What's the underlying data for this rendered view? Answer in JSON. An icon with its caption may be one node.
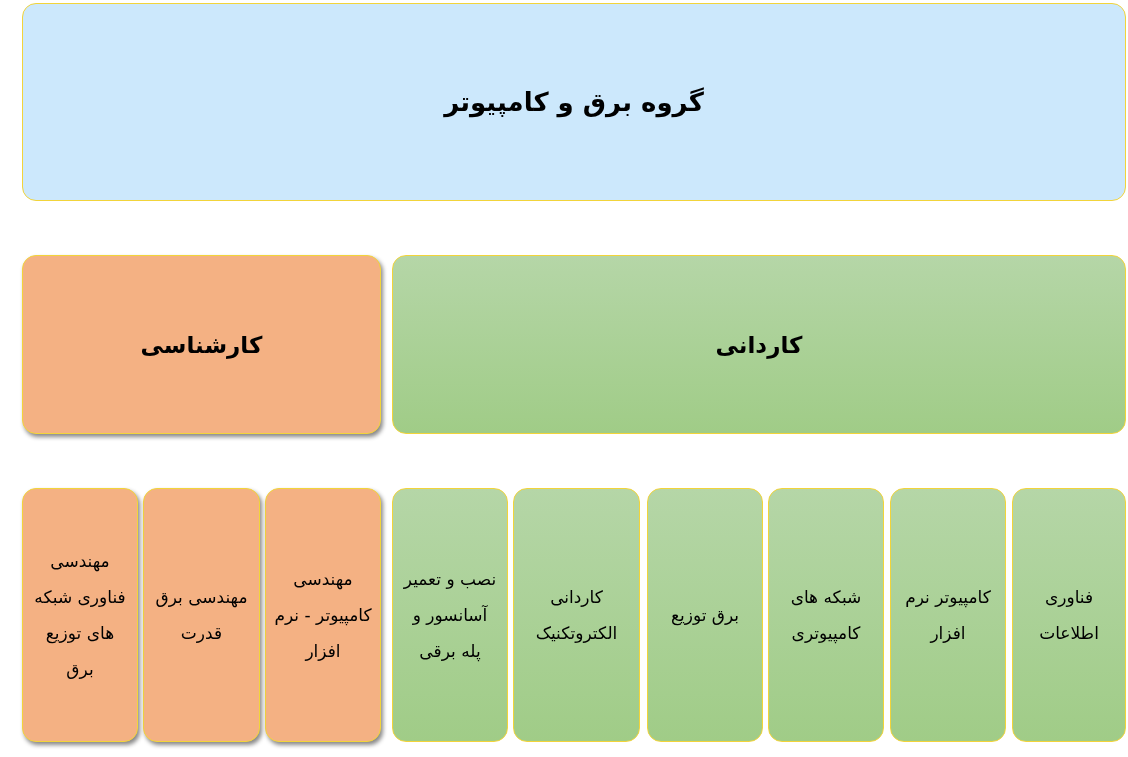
{
  "diagram": {
    "nodes": [
      {
        "text": [
          "گروه برق و کامپیوتر"
        ]
      },
      {
        "text": [
          "کاردانی"
        ]
      },
      {
        "text": [
          "کارشناسی"
        ]
      },
      {
        "text": [
          "فناوری اطلاعات"
        ]
      },
      {
        "text": [
          "کامپیوتر نرم افزار"
        ]
      },
      {
        "text": [
          "شبکه های کامپیوتری"
        ]
      },
      {
        "text": [
          "برق توزیع"
        ]
      },
      {
        "text": [
          "کاردانی الکتروتکنیک"
        ]
      },
      {
        "text": [
          "نصب و تعمیر آسانسور و پله برقی"
        ]
      },
      {
        "text": [
          "مهندسی کامپیوتر - نرم افزار"
        ]
      },
      {
        "text": [
          "مهندسی برق قدرت"
        ]
      },
      {
        "text": [
          "مهندسی فناوری شبکه های توزیع برق"
        ]
      }
    ]
  }
}
